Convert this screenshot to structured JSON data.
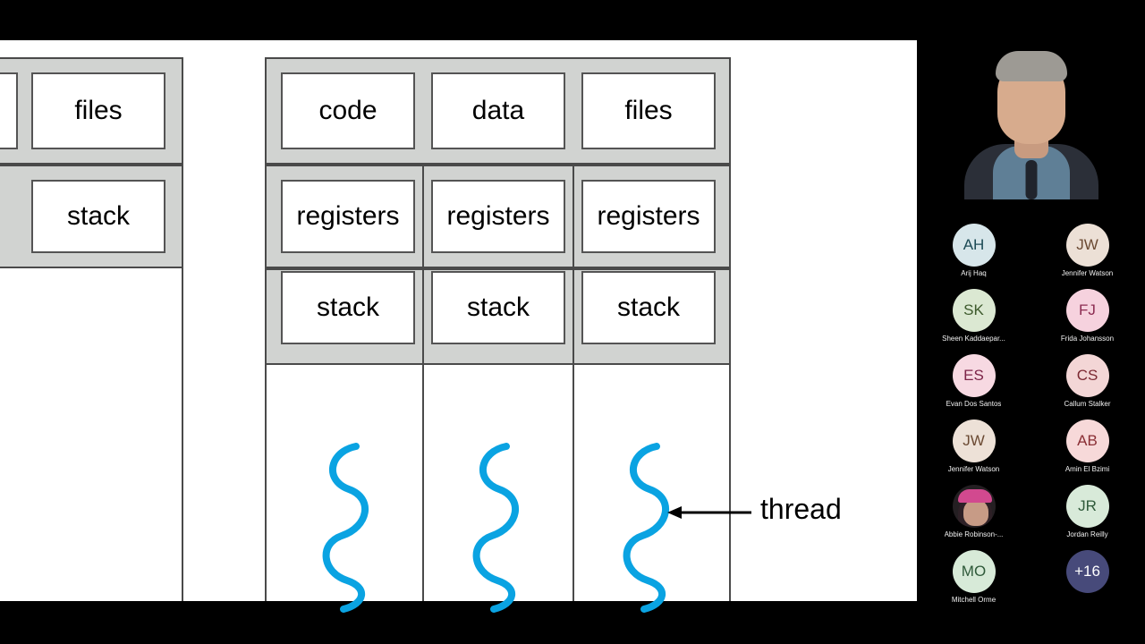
{
  "slide": {
    "left_process": {
      "label": "single-threaded-process-partial",
      "boxes": {
        "data": "",
        "files": "files",
        "stack": "stack"
      }
    },
    "right_process": {
      "label": "multithreaded-process",
      "shared_row": [
        "code",
        "data",
        "files"
      ],
      "registers_row": [
        "registers",
        "registers",
        "registers"
      ],
      "stack_row": [
        "stack",
        "stack",
        "stack"
      ],
      "thread_count": 3
    },
    "annotation": {
      "thread_label": "thread"
    },
    "colors": {
      "panel_gray": "#d1d3d1",
      "box_white": "#ffffff",
      "border_dark": "#4a4a4a",
      "thread_cyan": "#0aa3e2",
      "slide_background": "#ffffff",
      "letterbox": "#000000"
    }
  },
  "rail": {
    "presenter": {
      "name": "presenter-video-feed"
    },
    "participants": [
      {
        "initials": "AH",
        "name": "Arij Haq",
        "bg": "#d7e6ea",
        "fg": "#1c4a55",
        "type": "initials"
      },
      {
        "initials": "JW",
        "name": "Jennifer Watson",
        "bg": "#ece0d6",
        "fg": "#6b4a33",
        "type": "initials"
      },
      {
        "initials": "SK",
        "name": "Sheen Kaddaepar...",
        "bg": "#dbe8d2",
        "fg": "#3d5a2c",
        "type": "initials"
      },
      {
        "initials": "FJ",
        "name": "Frida Johansson",
        "bg": "#f6d2de",
        "fg": "#8c2c52",
        "type": "initials"
      },
      {
        "initials": "ES",
        "name": "Evan Dos Santos",
        "bg": "#f7d9e2",
        "fg": "#7c2448",
        "type": "initials"
      },
      {
        "initials": "CS",
        "name": "Callum Stalker",
        "bg": "#f3d6d6",
        "fg": "#7c2a33",
        "type": "initials"
      },
      {
        "initials": "JW",
        "name": "Jennifer Watson",
        "bg": "#ede1d7",
        "fg": "#6b4a33",
        "type": "initials"
      },
      {
        "initials": "AB",
        "name": "Amin El Bzimi",
        "bg": "#f7d9d9",
        "fg": "#8a2f35",
        "type": "initials"
      },
      {
        "initials": "",
        "name": "Abbie Robinson-...",
        "bg": "#241f22",
        "fg": "#ffffff",
        "type": "photo"
      },
      {
        "initials": "JR",
        "name": "Jordan Reilly",
        "bg": "#d8ead9",
        "fg": "#2f5a3a",
        "type": "initials"
      },
      {
        "initials": "MO",
        "name": "Mitchell Orme",
        "bg": "#d7ead8",
        "fg": "#2f5a3a",
        "type": "initials"
      },
      {
        "initials": "+16",
        "name": "",
        "bg": "#474a7a",
        "fg": "#ffffff",
        "type": "overflow"
      }
    ]
  }
}
